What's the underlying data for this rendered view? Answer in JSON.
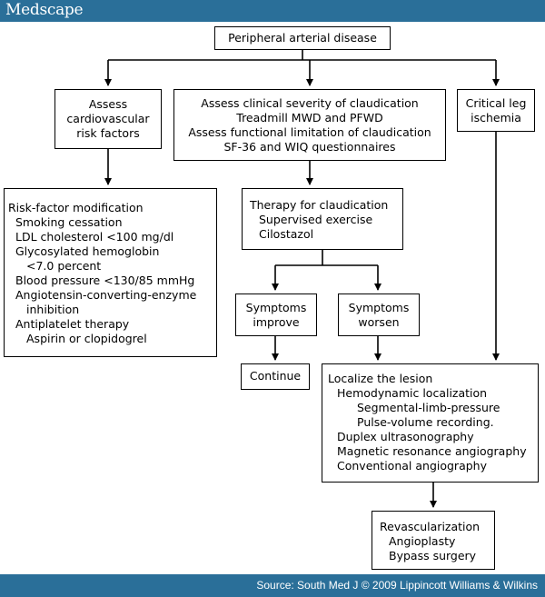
{
  "header": {
    "logo": "Medscape"
  },
  "footer": {
    "source": "Source: South Med J © 2009 Lippincott Williams & Wilkins"
  },
  "diagram": {
    "root": "Peripheral arterial disease",
    "assess_risk": [
      "Assess",
      "cardiovascular",
      "risk factors"
    ],
    "assess_severity": [
      "Assess clinical severity of claudication",
      "Treadmill MWD and PFWD",
      "Assess functional limitation of claudication",
      "SF-36 and WIQ questionnaires"
    ],
    "critical": [
      "Critical leg",
      "ischemia"
    ],
    "risk_modification": [
      "Risk-factor modification",
      "Smoking cessation",
      "LDL cholesterol <100 mg/dl",
      "Glycosylated hemoglobin",
      "<7.0 percent",
      "Blood pressure <130/85 mmHg",
      "Angiotensin-converting-enzyme",
      "inhibition",
      "Antiplatelet therapy",
      "Aspirin or clopidogrel"
    ],
    "therapy": [
      "Therapy for claudication",
      "Supervised exercise",
      "Cilostazol"
    ],
    "improve": [
      "Symptoms",
      "improve"
    ],
    "worsen": [
      "Symptoms",
      "worsen"
    ],
    "continue": "Continue",
    "localize": [
      "Localize the lesion",
      "Hemodynamic localization",
      "Segmental-limb-pressure",
      "Pulse-volume recording.",
      "Duplex ultrasonography",
      "Magnetic resonance angiography",
      "Conventional angiography"
    ],
    "revasc": [
      "Revascularization",
      "Angioplasty",
      "Bypass surgery"
    ]
  }
}
